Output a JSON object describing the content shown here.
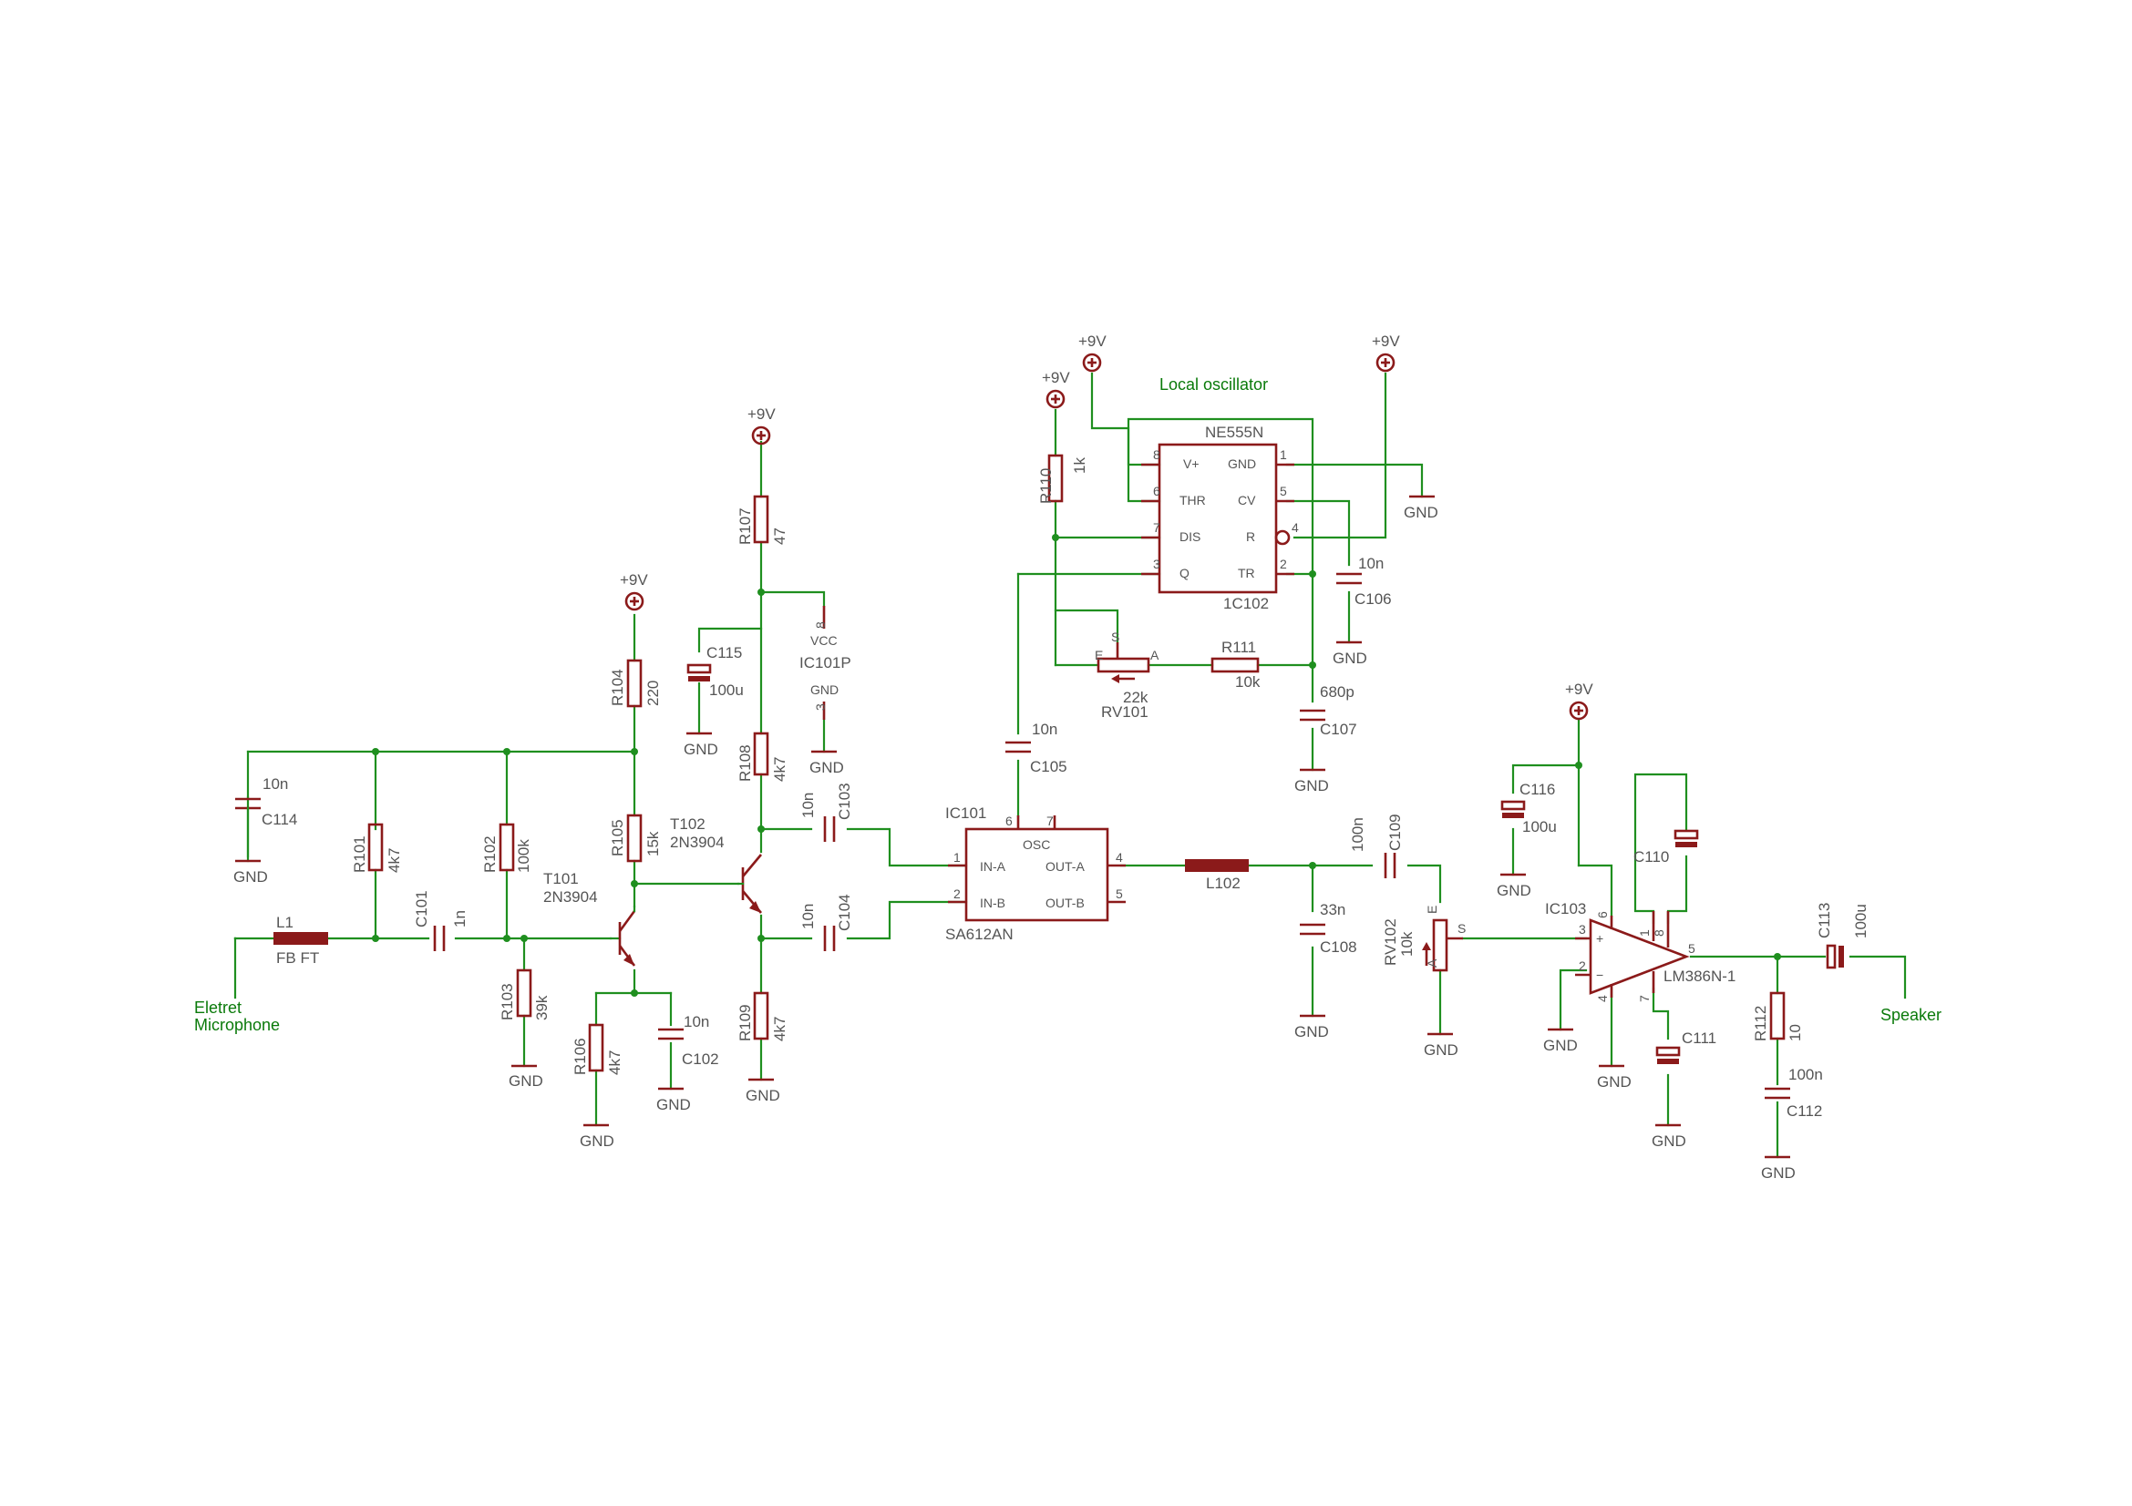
{
  "labels": [
    {
      "id": "net-local-oscillator",
      "t": "Local oscillator",
      "c": "net"
    },
    {
      "id": "net-eletret",
      "t": "Eletret",
      "c": "net"
    },
    {
      "id": "net-microphone",
      "t": "Microphone",
      "c": "net"
    },
    {
      "id": "net-speaker",
      "t": "Speaker",
      "c": "net"
    },
    {
      "id": "sup-9v-a",
      "t": "+9V"
    },
    {
      "id": "sup-9v-b",
      "t": "+9V"
    },
    {
      "id": "sup-9v-c",
      "t": "+9V"
    },
    {
      "id": "sup-9v-d",
      "t": "+9V"
    },
    {
      "id": "sup-9v-e",
      "t": "+9V"
    },
    {
      "id": "sup-9v-f",
      "t": "+9V"
    },
    {
      "id": "gnd-1",
      "t": "GND"
    },
    {
      "id": "gnd-2",
      "t": "GND"
    },
    {
      "id": "gnd-3",
      "t": "GND"
    },
    {
      "id": "gnd-4",
      "t": "GND"
    },
    {
      "id": "gnd-5",
      "t": "GND"
    },
    {
      "id": "gnd-6",
      "t": "GND"
    },
    {
      "id": "gnd-7",
      "t": "GND"
    },
    {
      "id": "gnd-8",
      "t": "GND"
    },
    {
      "id": "gnd-9",
      "t": "GND"
    },
    {
      "id": "gnd-10",
      "t": "GND"
    },
    {
      "id": "gnd-11",
      "t": "GND"
    },
    {
      "id": "gnd-12",
      "t": "GND"
    },
    {
      "id": "gnd-13",
      "t": "GND"
    },
    {
      "id": "gnd-14",
      "t": "GND"
    },
    {
      "id": "gnd-15",
      "t": "GND"
    },
    {
      "id": "gnd-16",
      "t": "GND"
    },
    {
      "id": "gnd-17",
      "t": "GND"
    },
    {
      "id": "l1-name",
      "t": "L1"
    },
    {
      "id": "l1-val",
      "t": "FB FT"
    },
    {
      "id": "c114-name",
      "t": "C114"
    },
    {
      "id": "c114-val",
      "t": "10n"
    },
    {
      "id": "r101-name",
      "t": "R101",
      "rot": true
    },
    {
      "id": "r101-val",
      "t": "4k7",
      "rot": true
    },
    {
      "id": "c101-name",
      "t": "C101",
      "rot": true
    },
    {
      "id": "c101-val",
      "t": "1n",
      "rot": true
    },
    {
      "id": "r102-name",
      "t": "R102",
      "rot": true
    },
    {
      "id": "r102-val",
      "t": "100k",
      "rot": true
    },
    {
      "id": "r103-name",
      "t": "R103",
      "rot": true
    },
    {
      "id": "r103-val",
      "t": "39k",
      "rot": true
    },
    {
      "id": "t101-name",
      "t": "T101"
    },
    {
      "id": "t101-val",
      "t": "2N3904"
    },
    {
      "id": "r104-name",
      "t": "R104",
      "rot": true
    },
    {
      "id": "r104-val",
      "t": "220",
      "rot": true
    },
    {
      "id": "r105-name",
      "t": "R105",
      "rot": true
    },
    {
      "id": "r105-val",
      "t": "15k",
      "rot": true
    },
    {
      "id": "t102-name",
      "t": "T102"
    },
    {
      "id": "t102-val",
      "t": "2N3904"
    },
    {
      "id": "r106-name",
      "t": "R106",
      "rot": true
    },
    {
      "id": "r106-val",
      "t": "4k7",
      "rot": true
    },
    {
      "id": "c102-name",
      "t": "C102"
    },
    {
      "id": "c102-val",
      "t": "10n"
    },
    {
      "id": "r107-name",
      "t": "R107",
      "rot": true
    },
    {
      "id": "r107-val",
      "t": "47",
      "rot": true
    },
    {
      "id": "c115-name",
      "t": "C115"
    },
    {
      "id": "c115-val",
      "t": "100u"
    },
    {
      "id": "ic101p-name",
      "t": "IC101P"
    },
    {
      "id": "ic101p-vcc",
      "t": "VCC",
      "p": true
    },
    {
      "id": "ic101p-gnd",
      "t": "GND",
      "p": true
    },
    {
      "id": "ic101p-p8",
      "t": "8",
      "p": true,
      "rot": true
    },
    {
      "id": "ic101p-p3",
      "t": "3",
      "p": true,
      "rot": true
    },
    {
      "id": "r108-name",
      "t": "R108",
      "rot": true
    },
    {
      "id": "r108-val",
      "t": "4k7",
      "rot": true
    },
    {
      "id": "c103-name",
      "t": "C103",
      "rot": true
    },
    {
      "id": "c103-val",
      "t": "10n",
      "rot": true
    },
    {
      "id": "c104-name",
      "t": "C104",
      "rot": true
    },
    {
      "id": "c104-val",
      "t": "10n",
      "rot": true
    },
    {
      "id": "r109-name",
      "t": "R109",
      "rot": true
    },
    {
      "id": "r109-val",
      "t": "4k7",
      "rot": true
    },
    {
      "id": "ic101-name",
      "t": "IC101"
    },
    {
      "id": "ic101-type",
      "t": "SA612AN"
    },
    {
      "id": "ic101-osc",
      "t": "OSC",
      "p": true
    },
    {
      "id": "ic101-ina",
      "t": "IN-A",
      "p": true
    },
    {
      "id": "ic101-inb",
      "t": "IN-B",
      "p": true
    },
    {
      "id": "ic101-outa",
      "t": "OUT-A",
      "p": true
    },
    {
      "id": "ic101-outb",
      "t": "OUT-B",
      "p": true
    },
    {
      "id": "ic101-p6",
      "t": "6",
      "p": true
    },
    {
      "id": "ic101-p7",
      "t": "7",
      "p": true
    },
    {
      "id": "ic101-p1",
      "t": "1",
      "p": true
    },
    {
      "id": "ic101-p2",
      "t": "2",
      "p": true
    },
    {
      "id": "ic101-p4",
      "t": "4",
      "p": true
    },
    {
      "id": "ic101-p5",
      "t": "5",
      "p": true
    },
    {
      "id": "c105-name",
      "t": "C105"
    },
    {
      "id": "c105-val",
      "t": "10n"
    },
    {
      "id": "r110-name",
      "t": "R110",
      "rot": true
    },
    {
      "id": "r110-val",
      "t": "1k",
      "rot": true
    },
    {
      "id": "ne555-type",
      "t": "NE555N"
    },
    {
      "id": "ne555-name",
      "t": "1C102"
    },
    {
      "id": "ne555-vp",
      "t": "V+",
      "p": true
    },
    {
      "id": "ne555-thr",
      "t": "THR",
      "p": true
    },
    {
      "id": "ne555-dis",
      "t": "DIS",
      "p": true
    },
    {
      "id": "ne555-q",
      "t": "Q",
      "p": true
    },
    {
      "id": "ne555-gnd",
      "t": "GND",
      "p": true
    },
    {
      "id": "ne555-cv",
      "t": "CV",
      "p": true
    },
    {
      "id": "ne555-r",
      "t": "R",
      "p": true
    },
    {
      "id": "ne555-tr",
      "t": "TR",
      "p": true
    },
    {
      "id": "ne555-p8",
      "t": "8",
      "p": true
    },
    {
      "id": "ne555-p6",
      "t": "6",
      "p": true
    },
    {
      "id": "ne555-p7",
      "t": "7",
      "p": true
    },
    {
      "id": "ne555-p3",
      "t": "3",
      "p": true
    },
    {
      "id": "ne555-p1",
      "t": "1",
      "p": true
    },
    {
      "id": "ne555-p5",
      "t": "5",
      "p": true
    },
    {
      "id": "ne555-p4",
      "t": "4",
      "p": true
    },
    {
      "id": "ne555-p2",
      "t": "2",
      "p": true
    },
    {
      "id": "c106-name",
      "t": "C106"
    },
    {
      "id": "c106-val",
      "t": "10n"
    },
    {
      "id": "rv101-name",
      "t": "RV101"
    },
    {
      "id": "rv101-val",
      "t": "22k"
    },
    {
      "id": "rv101-s",
      "t": "S",
      "p": true
    },
    {
      "id": "rv101-e",
      "t": "E",
      "p": true
    },
    {
      "id": "rv101-a",
      "t": "A",
      "p": true
    },
    {
      "id": "r111-name",
      "t": "R111"
    },
    {
      "id": "r111-val",
      "t": "10k"
    },
    {
      "id": "c107-name",
      "t": "C107"
    },
    {
      "id": "c107-val",
      "t": "680p"
    },
    {
      "id": "l102-name",
      "t": "L102"
    },
    {
      "id": "c109-name",
      "t": "C109",
      "rot": true
    },
    {
      "id": "c109-val",
      "t": "100n",
      "rot": true
    },
    {
      "id": "c108-name",
      "t": "C108"
    },
    {
      "id": "c108-val",
      "t": "33n"
    },
    {
      "id": "rv102-name",
      "t": "RV102",
      "rot": true
    },
    {
      "id": "rv102-val",
      "t": "10k",
      "rot": true
    },
    {
      "id": "rv102-s",
      "t": "S",
      "p": true
    },
    {
      "id": "rv102-e",
      "t": "E",
      "p": true,
      "rot": true
    },
    {
      "id": "rv102-a",
      "t": "A",
      "p": true,
      "rot": true
    },
    {
      "id": "c116-name",
      "t": "C116"
    },
    {
      "id": "c116-val",
      "t": "100u"
    },
    {
      "id": "c110-name",
      "t": "C110"
    },
    {
      "id": "ic103-name",
      "t": "IC103"
    },
    {
      "id": "ic103-type",
      "t": "LM386N-1"
    },
    {
      "id": "ic103-plus",
      "t": "+",
      "p": true
    },
    {
      "id": "ic103-minus",
      "t": "−",
      "p": true
    },
    {
      "id": "ic103-p3",
      "t": "3",
      "p": true
    },
    {
      "id": "ic103-p2",
      "t": "2",
      "p": true
    },
    {
      "id": "ic103-p6",
      "t": "6",
      "p": true,
      "rot": true
    },
    {
      "id": "ic103-p4",
      "t": "4",
      "p": true,
      "rot": true
    },
    {
      "id": "ic103-p1",
      "t": "1",
      "p": true,
      "rot": true
    },
    {
      "id": "ic103-p8",
      "t": "8",
      "p": true,
      "rot": true
    },
    {
      "id": "ic103-p7",
      "t": "7",
      "p": true,
      "rot": true
    },
    {
      "id": "ic103-p5",
      "t": "5",
      "p": true
    },
    {
      "id": "c111-name",
      "t": "C111"
    },
    {
      "id": "r112-name",
      "t": "R112",
      "rot": true
    },
    {
      "id": "r112-val",
      "t": "10",
      "rot": true
    },
    {
      "id": "c112-name",
      "t": "C112"
    },
    {
      "id": "c112-val",
      "t": "100n"
    },
    {
      "id": "c113-name",
      "t": "C113",
      "rot": true
    },
    {
      "id": "c113-val",
      "t": "100u",
      "rot": true
    }
  ]
}
